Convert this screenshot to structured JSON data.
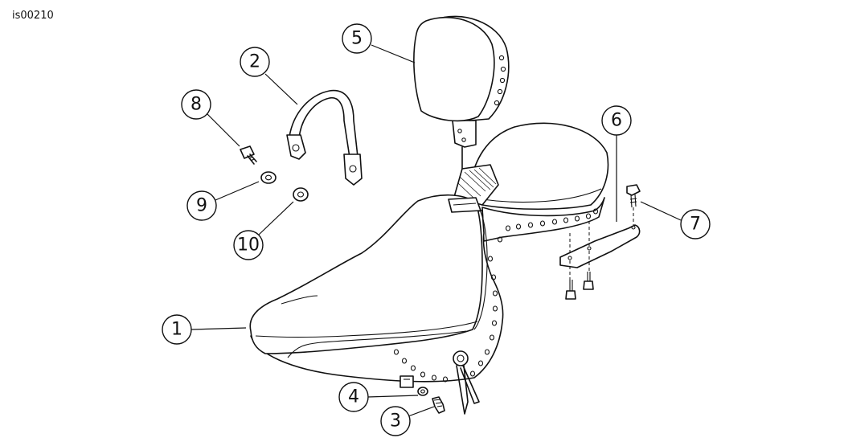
{
  "figure_id": "is00210",
  "callouts": [
    {
      "num": "1"
    },
    {
      "num": "2"
    },
    {
      "num": "3"
    },
    {
      "num": "4"
    },
    {
      "num": "5"
    },
    {
      "num": "6"
    },
    {
      "num": "7"
    },
    {
      "num": "8"
    },
    {
      "num": "9"
    },
    {
      "num": "10"
    }
  ]
}
